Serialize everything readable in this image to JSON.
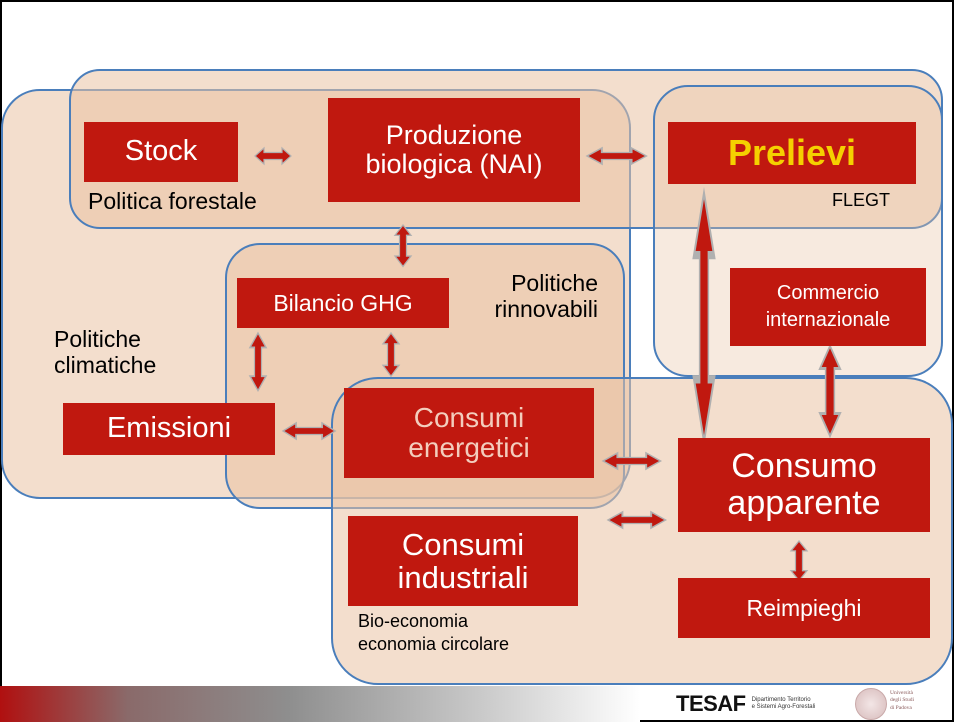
{
  "diagram": {
    "boxes": {
      "stock": "Stock",
      "produzione_line1": "Produzione",
      "produzione_line2": "biologica (NAI)",
      "prelievi": "Prelievi",
      "bilancio": "Bilancio GHG",
      "commercio_line1": "Commercio",
      "commercio_line2": "internazionale",
      "emissioni": "Emissioni",
      "consumi_energetici_line1": "Consumi",
      "consumi_energetici_line2": "energetici",
      "consumo_apparente_line1": "Consumo",
      "consumo_apparente_line2": "apparente",
      "consumi_industriali_line1": "Consumi",
      "consumi_industriali_line2": "industriali",
      "reimpieghi": "Reimpieghi"
    },
    "region_labels": {
      "politica_forestale": "Politica forestale",
      "flegt": "FLEGT",
      "politiche_rinnovabili_line1": "Politiche",
      "politiche_rinnovabili_line2": "rinnovabili",
      "politiche_climatiche_line1": "Politiche",
      "politiche_climatiche_line2": "climatiche",
      "bioeconomia_line1": "Bio-economia",
      "bioeconomia_line2": "economia circolare"
    }
  },
  "footer": {
    "tesaf_logo": "TESAF",
    "tesaf_subtitle_line1": "Dipartimento Territorio",
    "tesaf_subtitle_line2": "e Sistemi Agro-Forestali",
    "university_line1": "Università",
    "university_line2": "degli Studi",
    "university_line3": "di Padova"
  },
  "colors": {
    "box_red": "#c0180f",
    "region_fill": "#e9c3a4",
    "region_border": "#4a7ebb",
    "prelievi_text": "#f5d000"
  }
}
